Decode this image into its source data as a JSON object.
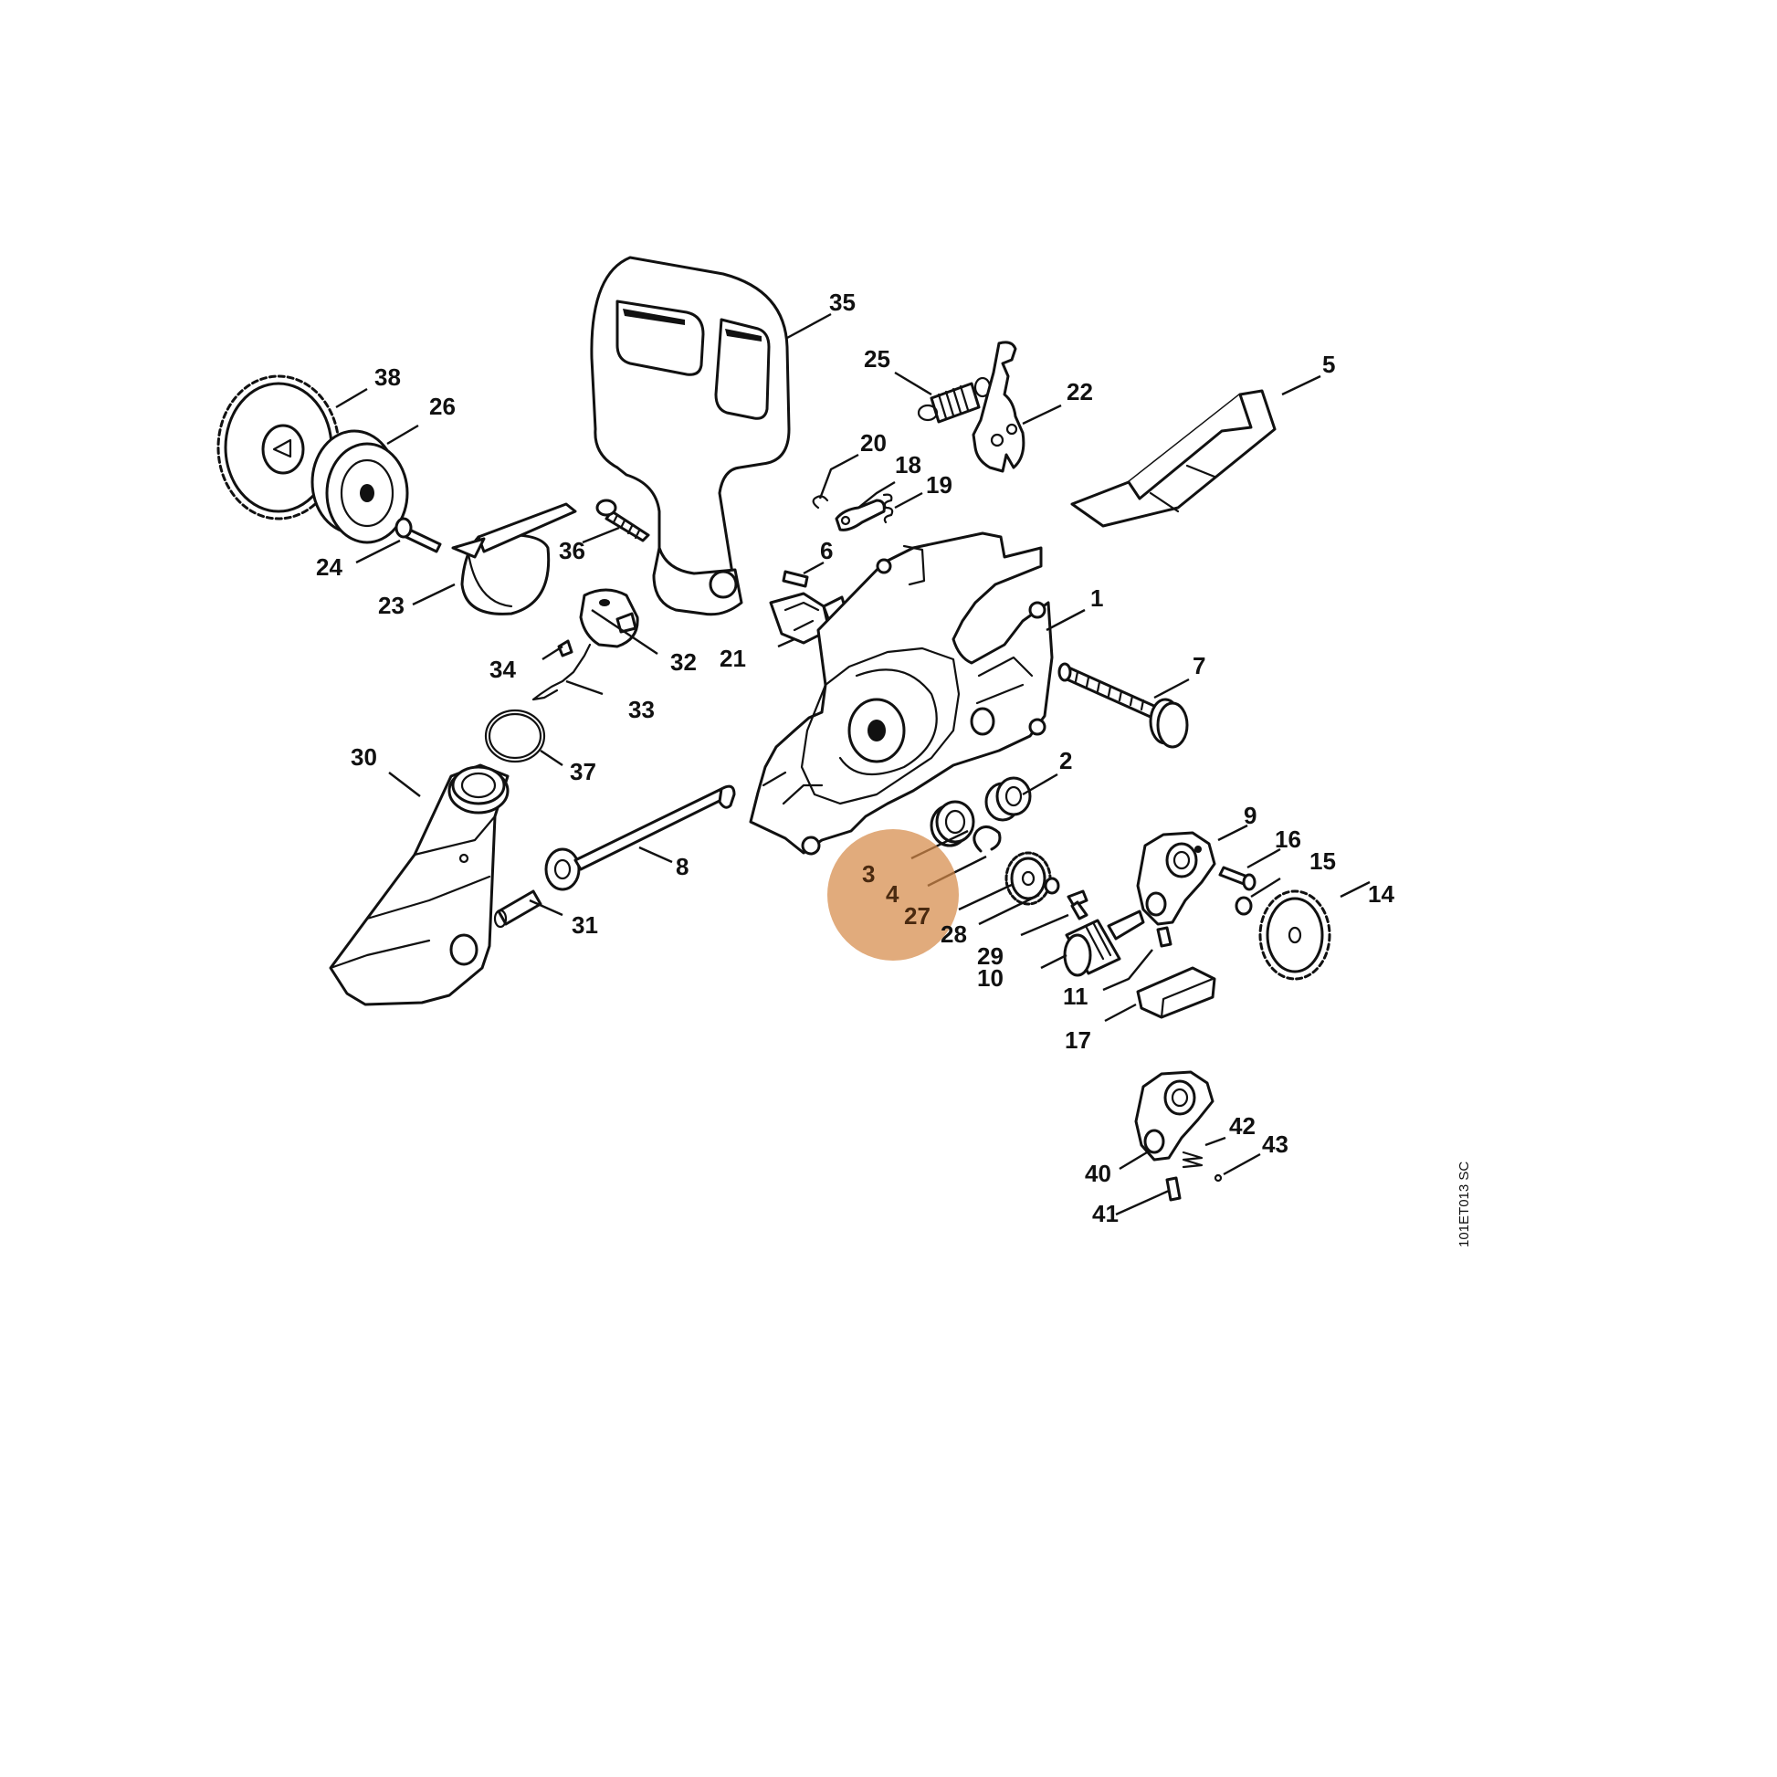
{
  "drawing_ref": "101ET013 SC",
  "highlight": {
    "color": "#d58a4a",
    "opacity": 0.72,
    "covers_callouts": [
      "3",
      "4",
      "27"
    ]
  },
  "callouts": {
    "c1": "1",
    "c2": "2",
    "c3": "3",
    "c4": "4",
    "c5": "5",
    "c6": "6",
    "c7": "7",
    "c8": "8",
    "c9": "9",
    "c10": "10",
    "c11": "11",
    "c14": "14",
    "c15": "15",
    "c16": "16",
    "c17": "17",
    "c18": "18",
    "c19": "19",
    "c20": "20",
    "c21": "21",
    "c22": "22",
    "c23": "23",
    "c24": "24",
    "c25": "25",
    "c26": "26",
    "c27": "27",
    "c28": "28",
    "c29": "29",
    "c30": "30",
    "c31": "31",
    "c32": "32",
    "c33": "33",
    "c34": "34",
    "c35": "35",
    "c36": "36",
    "c37": "37",
    "c38": "38",
    "c40": "40",
    "c41": "41",
    "c42": "42",
    "c43": "43"
  },
  "parts": [
    {
      "callout": "35",
      "icon": "front-handle-guard-icon"
    },
    {
      "callout": "38",
      "icon": "sprocket-gear-icon"
    },
    {
      "callout": "26",
      "icon": "clutch-drum-icon"
    },
    {
      "callout": "1",
      "icon": "crankcase-icon"
    },
    {
      "callout": "30",
      "icon": "oil-tank-icon"
    },
    {
      "callout": "5",
      "icon": "plate-icon"
    },
    {
      "callout": "7",
      "icon": "bar-stud-icon"
    },
    {
      "callout": "14",
      "icon": "worm-gear-icon"
    },
    {
      "callout": "9",
      "icon": "oil-pump-housing-icon"
    },
    {
      "callout": "40",
      "icon": "oil-pump-housing-alt-icon"
    }
  ]
}
